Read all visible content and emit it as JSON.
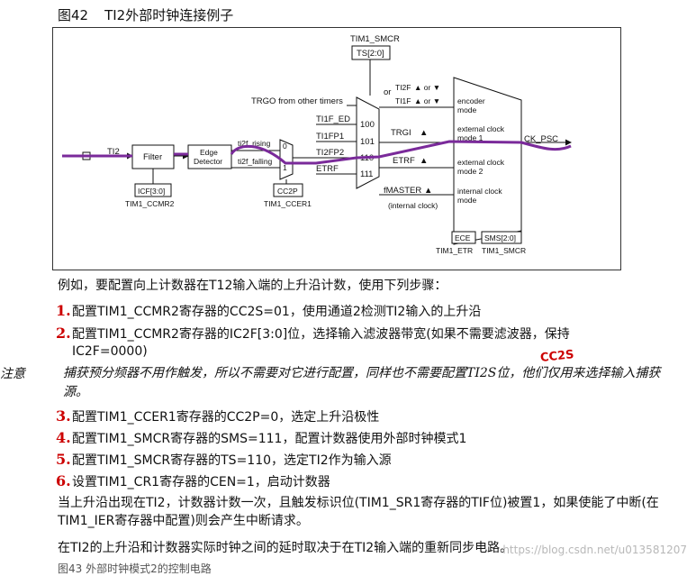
{
  "figure": {
    "number": "图42",
    "title": "TI2外部时钟连接例子",
    "labels": {
      "tim1_smcr_top": "TIM1_SMCR",
      "ts": "TS[2:0]",
      "trgo": "TRGO from other timers",
      "ti1f_ed": "TI1F_ED",
      "ti1fp1": "TI1FP1",
      "ti2fp2": "TI2FP2",
      "etrf_in": "ETRF",
      "code100": "100",
      "code101": "101",
      "code110": "110",
      "code111": "111",
      "ti2": "TI2",
      "filter": "Filter",
      "edge_detector": "Edge\nDetector",
      "ti2f_rising": "ti2f_rising",
      "ti2f_falling": "ti2f_falling",
      "mux0": "0",
      "mux1": "1",
      "icf": "ICF[3:0]",
      "tim1_ccmr2": "TIM1_CCMR2",
      "cc2p": "CC2P",
      "tim1_ccer1": "TIM1_CCER1",
      "or": "or",
      "ti2f_or": "TI2F",
      "ti1f_or": "TI1F",
      "or_small": "or",
      "trgi": "TRGI",
      "etrf": "ETRF",
      "fmaster": "fMASTER",
      "internal_clock": "(internal clock)",
      "encoder_mode": "encoder\nmode",
      "ext_clock_1": "external clock\nmode 1",
      "ext_clock_2": "external clock\nmode 2",
      "int_clock_mode": "internal clock\nmode",
      "ck_psc": "CK_PSC",
      "ece": "ECE",
      "sms": "SMS[2:0]",
      "tim1_etr": "TIM1_ETR",
      "tim1_smcr_bottom": "TIM1_SMCR"
    }
  },
  "intro": "例如，要配置向上计数器在T12输入端的上升沿计数，使用下列步骤：",
  "steps": [
    {
      "mark": "1.",
      "text": "配置TIM1_CCMR2寄存器的CC2S=01，使用通道2检测TI2输入的上升沿"
    },
    {
      "mark": "2.",
      "text": "配置TIM1_CCMR2寄存器的IC2F[3:0]位，选择输入滤波器带宽(如果不需要滤波器，保持"
    },
    {
      "mark": "",
      "text": "IC2F=0000)"
    },
    {
      "mark": "3.",
      "text": "配置TIM1_CCER1寄存器的CC2P=0，选定上升沿极性"
    },
    {
      "mark": "4.",
      "text": "配置TIM1_SMCR寄存器的SMS=111，配置计数器使用外部时钟模式1"
    },
    {
      "mark": "5.",
      "text": "配置TIM1_SMCR寄存器的TS=110，选定TI2作为输入源"
    },
    {
      "mark": "6.",
      "text": "设置TIM1_CR1寄存器的CEN=1，启动计数器"
    }
  ],
  "note": {
    "label": "注意",
    "text": "捕获预分频器不用作触发，所以不需要对它进行配置，同样也不需要配置TI2S位，他们仅用来选择输入捕获源。",
    "annotation": "CC2S"
  },
  "para1": "当上升沿出现在TI2，计数器计数一次，且触发标识位(TIM1_SR1寄存器的TIF位)被置1，如果使能了中断(在TIM1_IER寄存器中配置)则会产生中断请求。",
  "para2": "在TI2的上升沿和计数器实际时钟之间的延时取决于在TI2输入端的重新同步电路。",
  "watermark": "https://blog.csdn.net/u013581207",
  "cut_line": "图43 外部时钟模式2的控制电路",
  "colors": {
    "annotation": "#cc0000",
    "highlight": "#7a2a9a"
  }
}
